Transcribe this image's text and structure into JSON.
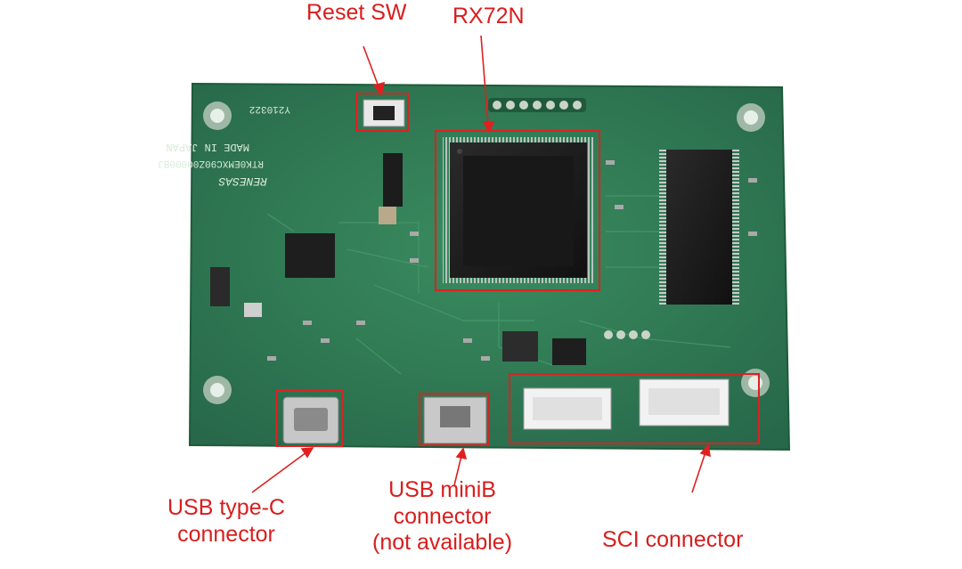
{
  "image": {
    "description_kind": "annotated photo of a green circuit board",
    "board": {
      "silkscreen": [
        "Y210322",
        "MADE IN JAPAN",
        "RTK0EMXC90Z00000BJ",
        "RENESAS"
      ]
    },
    "annotations": [
      {
        "id": "reset-sw",
        "lines": [
          "Reset SW"
        ]
      },
      {
        "id": "rx72n",
        "lines": [
          "RX72N"
        ]
      },
      {
        "id": "usb-type-c",
        "lines": [
          "USB type-C",
          "connector"
        ]
      },
      {
        "id": "usb-minib",
        "lines": [
          "USB miniB",
          "connector",
          "(not available)"
        ]
      },
      {
        "id": "sci",
        "lines": [
          "SCI connector"
        ]
      }
    ],
    "colors": {
      "annotation": "#e02020",
      "pcb": "#2f7a52",
      "pcb_dark": "#1f5a3b",
      "chip": "#1c1c1c"
    }
  }
}
